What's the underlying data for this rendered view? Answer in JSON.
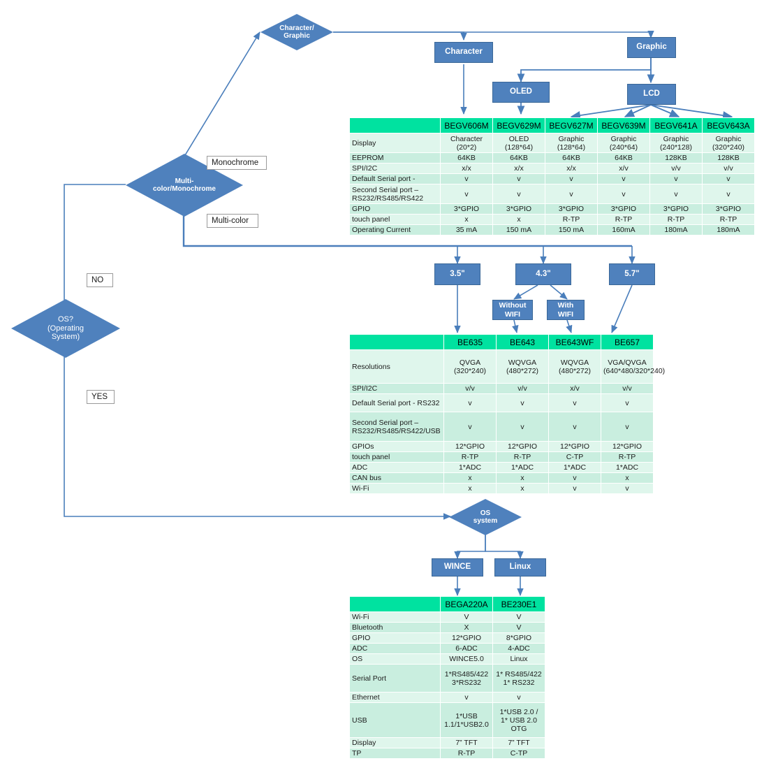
{
  "diagram": {
    "title": "Display module selection flowchart",
    "colors": {
      "node_fill": "#4F81BD",
      "node_border": "#3A6797",
      "connector": "#4A7EBB",
      "table_header": "#00E2A0",
      "row_light": "#DFF6EC",
      "row_dark": "#C9EEDF"
    }
  },
  "nodes": {
    "char_graphic": "Character/\nGraphic",
    "character": "Character",
    "graphic": "Graphic",
    "oled": "OLED",
    "lcd": "LCD",
    "multi_mono": "Multi-\ncolor/Monochrome",
    "os_q": "OS?\n(Operating\nSystem)",
    "os_system": "OS\nsystem",
    "size35": "3.5\"",
    "size43": "4.3\"",
    "size57": "5.7\"",
    "without_wifi": "Without\nWIFI",
    "with_wifi": "With\nWIFI",
    "wince": "WINCE",
    "linux": "Linux"
  },
  "labels": {
    "monochrome": "Monochrome",
    "multicolor": "Multi-color",
    "no": "NO",
    "yes": "YES"
  },
  "table1": {
    "columns": [
      "",
      "BEGV606M",
      "BEGV629M",
      "BEGV627M",
      "BEGV639M",
      "BEGV641A",
      "BEGV643A"
    ],
    "rows": [
      {
        "label": "Display",
        "values": [
          "Character\n(20*2)",
          "OLED\n(128*64)",
          "Graphic\n(128*64)",
          "Graphic\n(240*64)",
          "Graphic\n(240*128)",
          "Graphic\n(320*240)"
        ]
      },
      {
        "label": "EEPROM",
        "values": [
          "64KB",
          "64KB",
          "64KB",
          "64KB",
          "128KB",
          "128KB"
        ]
      },
      {
        "label": "SPI/I2C",
        "values": [
          "x/x",
          "x/x",
          "x/x",
          "x/v",
          "v/v",
          "v/v"
        ]
      },
      {
        "label": "Default Serial port -",
        "values": [
          "v",
          "v",
          "v",
          "v",
          "v",
          "v"
        ]
      },
      {
        "label": "Second Serial port – RS232/RS485/RS422",
        "values": [
          "v",
          "v",
          "v",
          "v",
          "v",
          "v"
        ]
      },
      {
        "label": "GPIO",
        "values": [
          "3*GPIO",
          "3*GPIO",
          "3*GPIO",
          "3*GPIO",
          "3*GPIO",
          "3*GPIO"
        ]
      },
      {
        "label": "touch panel",
        "values": [
          "x",
          "x",
          "R-TP",
          "R-TP",
          "R-TP",
          "R-TP"
        ]
      },
      {
        "label": "Operating Current",
        "values": [
          "35 mA",
          "150 mA",
          "150 mA",
          "160mA",
          "180mA",
          "180mA"
        ]
      }
    ]
  },
  "table2": {
    "columns": [
      "",
      "BE635",
      "BE643",
      "BE643WF",
      "BE657"
    ],
    "rows": [
      {
        "label": "Resolutions",
        "values": [
          "QVGA\n(320*240)",
          "WQVGA\n(480*272)",
          "WQVGA\n(480*272)",
          "VGA/QVGA\n(640*480/320*240)"
        ]
      },
      {
        "label": "SPI/I2C",
        "values": [
          "v/v",
          "v/v",
          "x/v",
          "v/v"
        ]
      },
      {
        "label": "Default Serial port - RS232",
        "values": [
          "v",
          "v",
          "v",
          "v"
        ]
      },
      {
        "label": "Second Serial port – RS232/RS485/RS422/USB",
        "values": [
          "v",
          "v",
          "v",
          "v"
        ]
      },
      {
        "label": "GPIOs",
        "values": [
          "12*GPIO",
          "12*GPIO",
          "12*GPIO",
          "12*GPIO"
        ]
      },
      {
        "label": "touch panel",
        "values": [
          "R-TP",
          "R-TP",
          "C-TP",
          "R-TP"
        ]
      },
      {
        "label": "ADC",
        "values": [
          "1*ADC",
          "1*ADC",
          "1*ADC",
          "1*ADC"
        ]
      },
      {
        "label": "CAN bus",
        "values": [
          "x",
          "x",
          "v",
          "x"
        ]
      },
      {
        "label": "Wi-Fi",
        "values": [
          "x",
          "x",
          "v",
          "v"
        ]
      }
    ]
  },
  "table3": {
    "columns": [
      "",
      "BEGA220A",
      "BE230E1"
    ],
    "rows": [
      {
        "label": "Wi-Fi",
        "values": [
          "V",
          "V"
        ]
      },
      {
        "label": "Bluetooth",
        "values": [
          "X",
          "V"
        ]
      },
      {
        "label": "GPIO",
        "values": [
          "12*GPIO",
          "8*GPIO"
        ]
      },
      {
        "label": "ADC",
        "values": [
          "6-ADC",
          "4-ADC"
        ]
      },
      {
        "label": "OS",
        "values": [
          "WINCE5.0",
          "Linux"
        ]
      },
      {
        "label": "Serial Port",
        "values": [
          "1*RS485/422\n3*RS232",
          "1* RS485/422\n1* RS232"
        ]
      },
      {
        "label": "Ethernet",
        "values": [
          "v",
          "v"
        ]
      },
      {
        "label": "USB",
        "values": [
          "1*USB\n1.1/1*USB2.0",
          "1*USB 2.0 /\n1* USB 2.0\nOTG"
        ]
      },
      {
        "label": "Display",
        "values": [
          "7” TFT",
          "7”  TFT"
        ]
      },
      {
        "label": "TP",
        "values": [
          "R-TP",
          "C-TP"
        ]
      }
    ]
  }
}
